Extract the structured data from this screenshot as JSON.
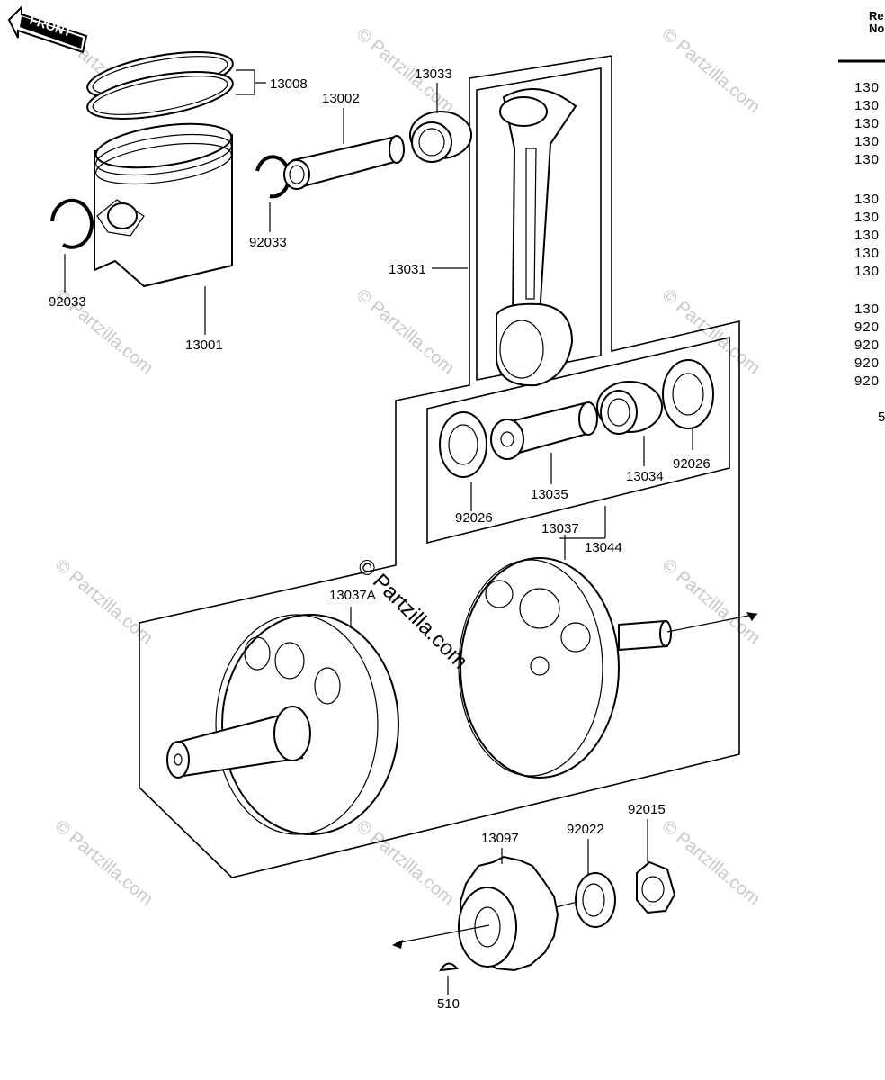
{
  "front_tag": "FRONT",
  "watermark_main": "© Partzilla.com",
  "watermark_repeat": "© Partzilla.com",
  "parts": {
    "p13008": "13008",
    "p13002": "13002",
    "p13033": "13033",
    "p92033a": "92033",
    "p92033b": "92033",
    "p13031": "13031",
    "p13001": "13001",
    "p92026a": "92026",
    "p92026b": "92026",
    "p13034": "13034",
    "p13035": "13035",
    "p13037": "13037",
    "p13044": "13044",
    "p13037A": "13037A",
    "p13097": "13097",
    "p92022": "92022",
    "p92015": "92015",
    "p510": "510"
  },
  "ref_table": {
    "header_line1": "Re",
    "header_line2": "No",
    "rows": [
      "130",
      "130",
      "130",
      "130",
      "130",
      "130",
      "130",
      "130",
      "130",
      "130",
      "130",
      "920",
      "920",
      "920",
      "920",
      "5"
    ]
  }
}
